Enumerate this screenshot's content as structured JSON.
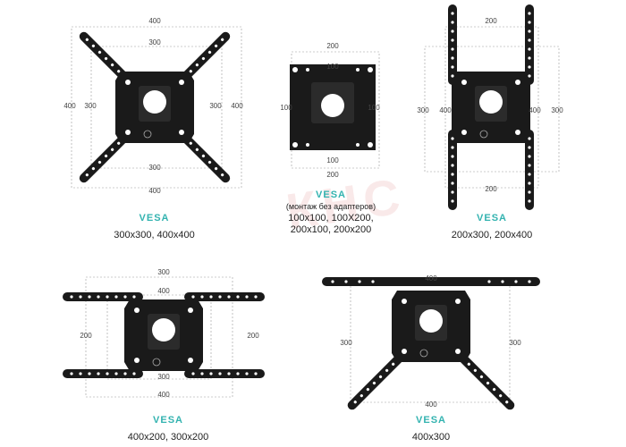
{
  "watermark": "КНС",
  "colors": {
    "accent": "#33b3b0",
    "mount": "#1a1a1a",
    "guide": "#9a9a9a"
  },
  "panels": [
    {
      "id": "p1",
      "dims": {
        "top_outer": "400",
        "top_inner": "300",
        "left_outer": "400",
        "left_inner": "300",
        "right_inner": "300",
        "right_outer": "400",
        "bottom_inner": "300",
        "bottom_outer": "400"
      },
      "vesa": "VESA",
      "sizes": "300x300, 400x400"
    },
    {
      "id": "p2",
      "dims": {
        "top_outer": "200",
        "top_inner": "100",
        "left": "100",
        "right": "100",
        "bottom_inner": "100",
        "bottom_outer": "200"
      },
      "vesa": "VESA",
      "note": "(монтаж без адаптеров)",
      "sizes_line1": "100x100, 100X200,",
      "sizes_line2": "200x100, 200x200"
    },
    {
      "id": "p3",
      "dims": {
        "top": "200",
        "left_outer": "300",
        "left_inner": "400",
        "right_inner": "400",
        "right_outer": "300",
        "bottom": "200"
      },
      "vesa": "VESA",
      "sizes": "200x300, 200x400"
    },
    {
      "id": "p4",
      "dims": {
        "top_outer": "300",
        "top_inner": "400",
        "left": "200",
        "right": "200",
        "bottom_inner": "300",
        "bottom_outer": "400"
      },
      "vesa": "VESA",
      "sizes": "400x200, 300x200"
    },
    {
      "id": "p5",
      "dims": {
        "top": "400",
        "left": "300",
        "right": "300",
        "bottom": "400"
      },
      "vesa": "VESA",
      "sizes": "400x300"
    }
  ]
}
